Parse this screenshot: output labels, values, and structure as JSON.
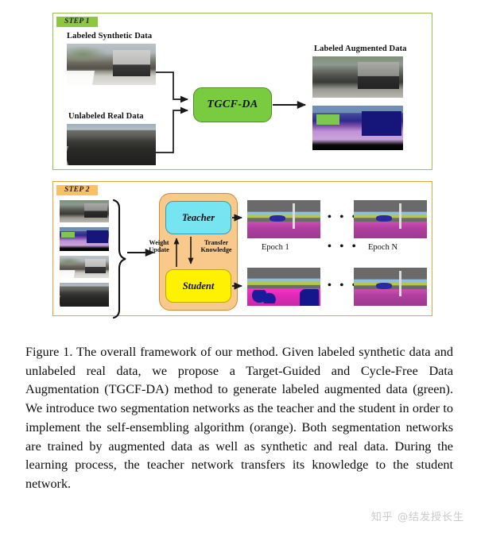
{
  "figure": {
    "step1": {
      "tag": "STEP 1",
      "labels": {
        "synthetic": "Labeled Synthetic Data",
        "real": "Unlabeled Real Data",
        "augmented": "Labeled Augmented Data"
      },
      "process_box": "TGCF-DA",
      "colors": {
        "panel_border": "#9ac24e",
        "tag_bg": "#8dc63f",
        "box_fill": "#79cc3f",
        "box_border": "#4e8a26"
      }
    },
    "step2": {
      "tag": "STEP 2",
      "teacher": "Teacher",
      "student": "Student",
      "weight_update": "Weight\nUpdate",
      "transfer_knowledge": "Transfer\nKnowledge",
      "epoch_first": "Epoch 1",
      "epoch_last": "Epoch N",
      "ellipsis": "• • •",
      "colors": {
        "panel_border": "#e8a33d",
        "tag_bg": "#f9c067",
        "container_fill": "#f9c98b",
        "teacher_fill": "#77e4f2",
        "student_fill": "#fff200"
      }
    }
  },
  "caption": {
    "text": "Figure 1. The overall framework of our method. Given labeled synthetic data and unlabeled real data, we propose a Target-Guided and Cycle-Free Data Augmentation (TGCF-DA) method to generate labeled augmented data (green). We introduce two segmentation networks as the teacher and the student in order to implement the self-ensembling algorithm (orange). Both segmentation networks are trained by augmented data as well as synthetic and real data. During the learning process, the teacher network transfers its knowledge to the student network."
  },
  "watermark": {
    "text": "知乎 @结发授长生"
  }
}
